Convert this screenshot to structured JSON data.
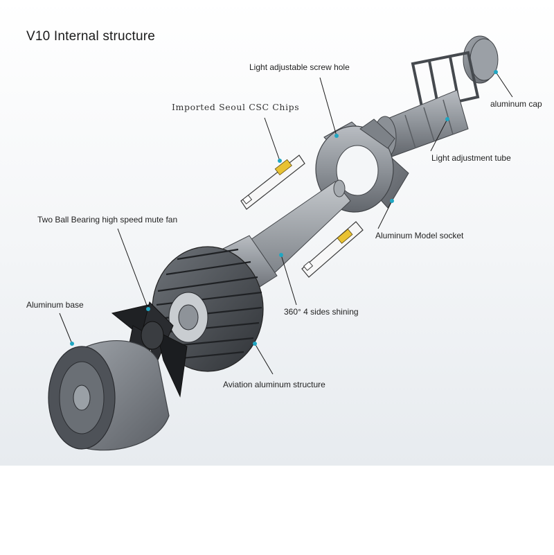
{
  "title": "V10  Internal structure",
  "callouts": {
    "screw_hole": "Light adjustable screw hole",
    "cap": "aluminum cap",
    "chips": "Imported Seoul CSC Chips",
    "tube": "Light adjustment tube",
    "socket": "Aluminum Model socket",
    "fan": "Two Ball Bearing high speed mute fan",
    "base": "Aluminum base",
    "shining": "360° 4 sides shining",
    "structure": "Aviation aluminum structure"
  },
  "colors": {
    "accent_dot": "#20a6c2",
    "metal": "#8e9399",
    "metal_dark": "#4e5258",
    "chip_yellow": "#e8c233"
  }
}
